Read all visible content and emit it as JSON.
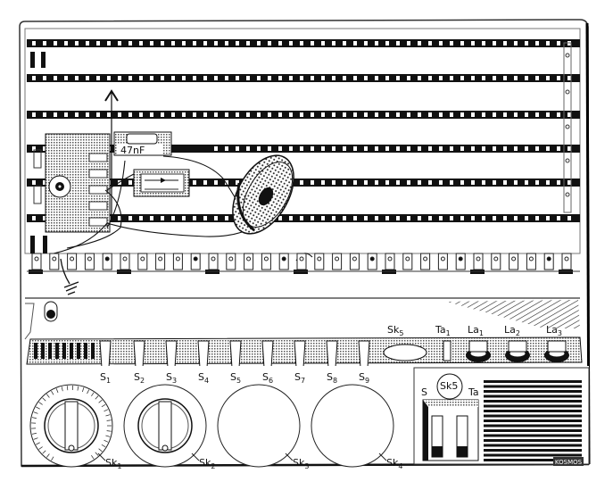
{
  "colors": {
    "ink": "#111111",
    "paper": "#ffffff",
    "shade": "#8a8a8a",
    "board": "#fafafa"
  },
  "components": {
    "capacitor_label": "47nF"
  },
  "sockets": [
    "S1",
    "S2",
    "S3",
    "S4",
    "S5",
    "S6",
    "S7",
    "S8",
    "S9"
  ],
  "socket_parts": [
    {
      "base": "S",
      "sub": "1"
    },
    {
      "base": "S",
      "sub": "2"
    },
    {
      "base": "S",
      "sub": "3"
    },
    {
      "base": "S",
      "sub": "4"
    },
    {
      "base": "S",
      "sub": "5"
    },
    {
      "base": "S",
      "sub": "6"
    },
    {
      "base": "S",
      "sub": "7"
    },
    {
      "base": "S",
      "sub": "8"
    },
    {
      "base": "S",
      "sub": "9"
    }
  ],
  "knobs": [
    {
      "base": "Sk",
      "sub": "1"
    },
    {
      "base": "Sk",
      "sub": "2"
    },
    {
      "base": "Sk",
      "sub": "3"
    },
    {
      "base": "Sk",
      "sub": "4"
    }
  ],
  "top_right_labels": {
    "sk5": {
      "base": "Sk",
      "sub": "5"
    },
    "ta1": {
      "base": "Ta",
      "sub": "1"
    },
    "la1": {
      "base": "La",
      "sub": "1"
    },
    "la2": {
      "base": "La",
      "sub": "2"
    },
    "la3": {
      "base": "La",
      "sub": "3"
    }
  },
  "switch_panel": {
    "left_label": "S",
    "right_label": "Ta",
    "circle_label": "Sk5"
  },
  "brand": "KOSMOS",
  "icons": [
    "speaker-icon",
    "ground-symbol-icon",
    "jack-icon",
    "arrow-up-icon",
    "dial-icon"
  ]
}
